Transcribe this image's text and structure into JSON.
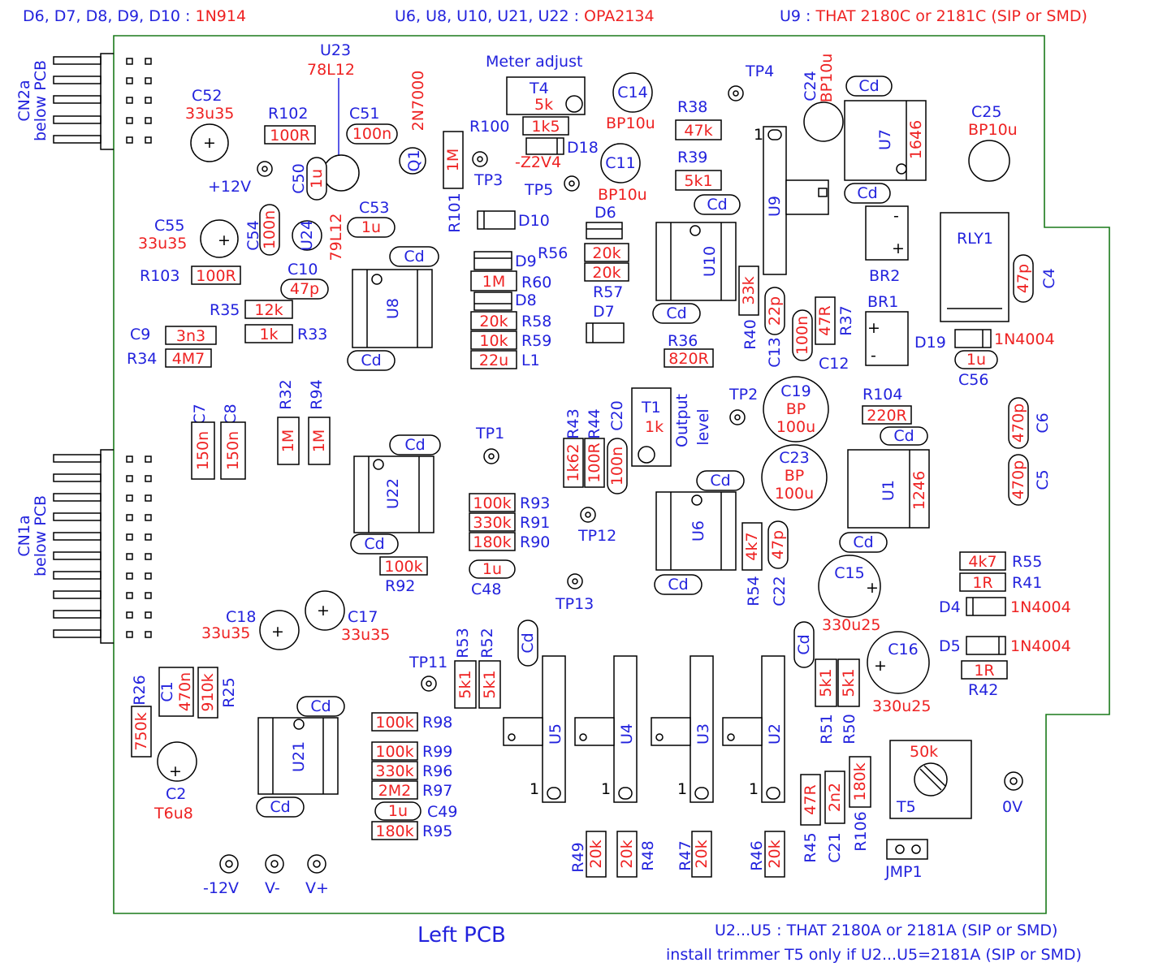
{
  "notes": {
    "top_left_parts": "D6, D7, D8, D9, D10 :",
    "top_left_value": "1N914",
    "top_mid_parts": "U6, U8, U10, U21, U22 :",
    "top_mid_value": "OPA2134",
    "top_right_parts": "U9 :",
    "top_right_value": "THAT 2180C or 2181C (SIP or SMD)",
    "bottom_line1": "U2...U5 : THAT 2180A or 2181A (SIP or SMD)",
    "bottom_line2": "install trimmer T5 only if U2...U5=2181A (SIP or SMD)"
  },
  "board_title": "Left PCB",
  "connectors": {
    "cn2a": [
      "CN2a",
      "below PCB"
    ],
    "cn1a": [
      "CN1a",
      "below PCB"
    ]
  },
  "labels": {
    "u23_ref": "U23",
    "u23_val": "78L12",
    "c52": "C52",
    "c52_val": "33u35",
    "r102": "R102",
    "r102_val": "100R",
    "c51": "C51",
    "c51_val": "100n",
    "q1": "Q1",
    "q1_val": "2N7000",
    "meter_adjust": "Meter adjust",
    "t4": "T4",
    "t4_val": "5k",
    "c14": "C14",
    "c14_val": "BP10u",
    "tp4": "TP4",
    "c24": "C24",
    "c24_val": "BP10u",
    "r100": "R100",
    "r100_val": "1k5",
    "r38": "R38",
    "r38_val": "47k",
    "cd": "Cd",
    "u7": "U7",
    "u7_val": "1646",
    "c25": "C25",
    "c25_val": "BP10u",
    "plus12v": "+12V",
    "c50": "C50",
    "c50_val": "1u",
    "r101": "R101",
    "r101_val": "1M",
    "tp3": "TP3",
    "d18": "D18",
    "d18_val": "-Z2V4",
    "c11": "C11",
    "c11_val": "BP10u",
    "r39": "R39",
    "r39_val": "5k1",
    "tp5": "TP5",
    "u9": "U9",
    "c53": "C53",
    "c53_val": "1u",
    "d10": "D10",
    "d6": "D6",
    "c55": "C55",
    "c55_val": "33u35",
    "c54": "C54",
    "c54_val": "100n",
    "u24": "U24",
    "u24_val": "79L12",
    "br2": "BR2",
    "rly1": "RLY1",
    "c4": "C4",
    "c4_val": "47p",
    "r103": "R103",
    "r103_val": "100R",
    "c10": "C10",
    "c10_val": "47p",
    "u8": "U8",
    "d9": "D9",
    "r56": "R56",
    "r56_val": "20k",
    "r60": "R60",
    "r60_val": "1M",
    "r57": "R57",
    "r57_val": "20k",
    "u10": "U10",
    "r40": "R40",
    "r40_val": "33k",
    "c13": "C13",
    "c13_val": "22p",
    "c12": "C12",
    "c12_val": "100n",
    "r37": "R37",
    "r37_val": "47R",
    "br1": "BR1",
    "d19": "D19",
    "d19_val": "1N4004",
    "c56": "C56",
    "c56_val": "1u",
    "r35": "R35",
    "r35_val": "12k",
    "r33": "R33",
    "r33_val": "1k",
    "d8": "D8",
    "r58": "R58",
    "r58_val": "20k",
    "r59": "R59",
    "r59_val": "10k",
    "l1": "L1",
    "l1_val": "22u",
    "d7": "D7",
    "r36": "R36",
    "r36_val": "820R",
    "c9": "C9",
    "c9_val": "3n3",
    "r34": "R34",
    "r34_val": "4M7",
    "c7": "C7",
    "c7_val": "150n",
    "c8": "C8",
    "c8_val": "150n",
    "r32": "R32",
    "r32_val": "1M",
    "r94": "R94",
    "r94_val": "1M",
    "tp1": "TP1",
    "r43": "R43",
    "r43_val": "1k62",
    "r44": "R44",
    "r44_val": "100R",
    "c20": "C20",
    "c20_val": "100n",
    "t1": "T1",
    "t1_val": "1k",
    "output_level": [
      "Output",
      "level"
    ],
    "tp2": "TP2",
    "c19": "C19",
    "c19_v1": "BP",
    "c19_v2": "100u",
    "r104": "R104",
    "r104_val": "220R",
    "c6": "C6",
    "c6_val": "470p",
    "u22": "U22",
    "r93": "R93",
    "r93_val": "100k",
    "r91": "R91",
    "r91_val": "330k",
    "r90": "R90",
    "r90_val": "180k",
    "tp12": "TP12",
    "c23": "C23",
    "c23_v1": "BP",
    "c23_v2": "100u",
    "u1": "U1",
    "u1_val": "1246",
    "c5": "C5",
    "c5_val": "470p",
    "u6": "U6",
    "r92": "R92",
    "r92_val": "100k",
    "c48": "C48",
    "c48_val": "1u",
    "r54": "R54",
    "r54_val": "4k7",
    "c22": "C22",
    "c22_val": "47p",
    "c15": "C15",
    "c15_val": "330u25",
    "r55": "R55",
    "r55_val": "4k7",
    "r41": "R41",
    "r41_val": "1R",
    "tp13": "TP13",
    "d4": "D4",
    "d4_val": "1N4004",
    "c18": "C18",
    "c18_val": "33u35",
    "c17": "C17",
    "c17_val": "33u35",
    "r53": "R53",
    "r53_val": "5k1",
    "r52": "R52",
    "r52_val": "5k1",
    "c16": "C16",
    "c16_val": "330u25",
    "d5": "D5",
    "d5_val": "1N4004",
    "r42": "R42",
    "r42_val": "1R",
    "tp11": "TP11",
    "r26": "R26",
    "r26_val": "750k",
    "c1": "C1",
    "c1_val": "470n",
    "r25": "R25",
    "r25_val": "910k",
    "r98": "R98",
    "r98_val": "100k",
    "u21": "U21",
    "u5": "U5",
    "u4": "U4",
    "u3": "U3",
    "u2": "U2",
    "r51": "R51",
    "r51_val": "5k1",
    "r50": "R50",
    "r50_val": "5k1",
    "t5": "T5",
    "t5_val": "50k",
    "r99": "R99",
    "r99_val": "100k",
    "r96": "R96",
    "r96_val": "330k",
    "r97": "R97",
    "r97_val": "2M2",
    "c49": "C49",
    "c49_val": "1u",
    "r95": "R95",
    "r95_val": "180k",
    "c2": "C2",
    "c2_val": "T6u8",
    "r45": "R45",
    "r45_val": "47R",
    "c21": "C21",
    "c21_val": "2n2",
    "r106": "R106",
    "r106_val": "180k",
    "ov": "0V",
    "jmp1": "JMP1",
    "r49": "R49",
    "r49_val": "20k",
    "r48": "R48",
    "r48_val": "20k",
    "r47": "R47",
    "r47_val": "20k",
    "r46": "R46",
    "r46_val": "20k",
    "minus12v": "-12V",
    "vminus": "V-",
    "vplus": "V+",
    "pin1": "1"
  },
  "colors": {
    "ref": "#2222dd",
    "value": "#ee2222",
    "board_outline": "#1a7a1a"
  }
}
